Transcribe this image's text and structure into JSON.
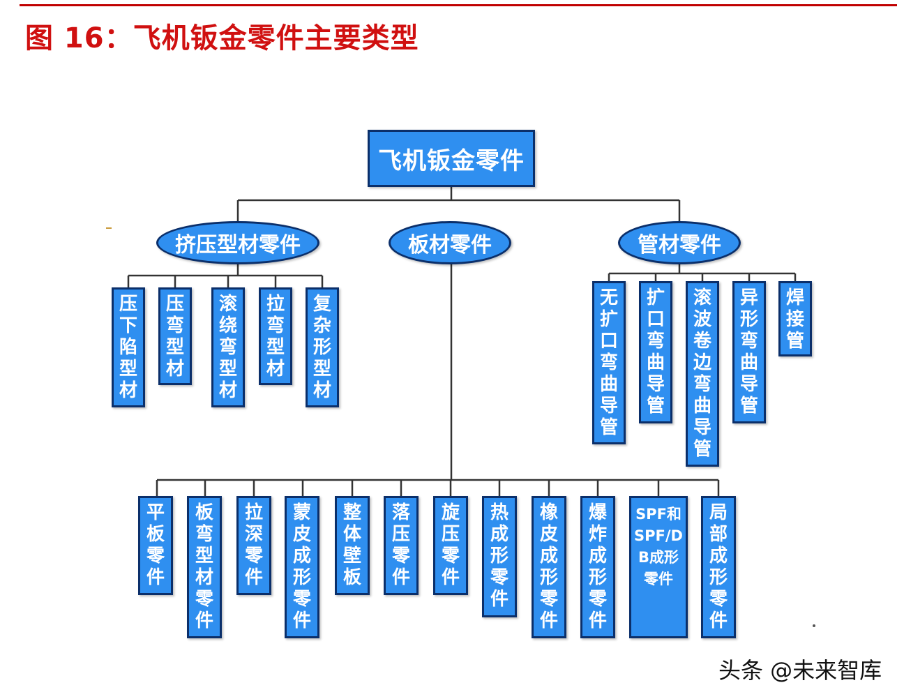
{
  "figure_title": "图 16：飞机钣金零件主要类型",
  "root": "飞机钣金零件",
  "categories": {
    "extrusion": "挤压型材零件",
    "sheet": "板材零件",
    "tube": "管材零件"
  },
  "extrusion_parts": [
    "压下陷型材",
    "压弯型材",
    "滚绕弯型材",
    "拉弯型材",
    "复杂形型材"
  ],
  "tube_parts": [
    "无扩口弯曲导管",
    "扩口弯曲导管",
    "滚波卷边弯曲导管",
    "异形弯曲导管",
    "焊接管"
  ],
  "sheet_parts": [
    "平板零件",
    "板弯型材零件",
    "拉深零件",
    "蒙皮成形零件",
    "整体壁板",
    "落压零件",
    "旋压零件",
    "热成形零件",
    "橡皮成形零件",
    "爆炸成形零件",
    "SPF和SPF/DB成形零件",
    "局部成形零件"
  ],
  "watermark": "头条 @未来智库",
  "colors": {
    "title": "#d01010",
    "node_fill": "#2f8ff0",
    "node_border": "#0b2f6a",
    "connector": "#333333"
  }
}
